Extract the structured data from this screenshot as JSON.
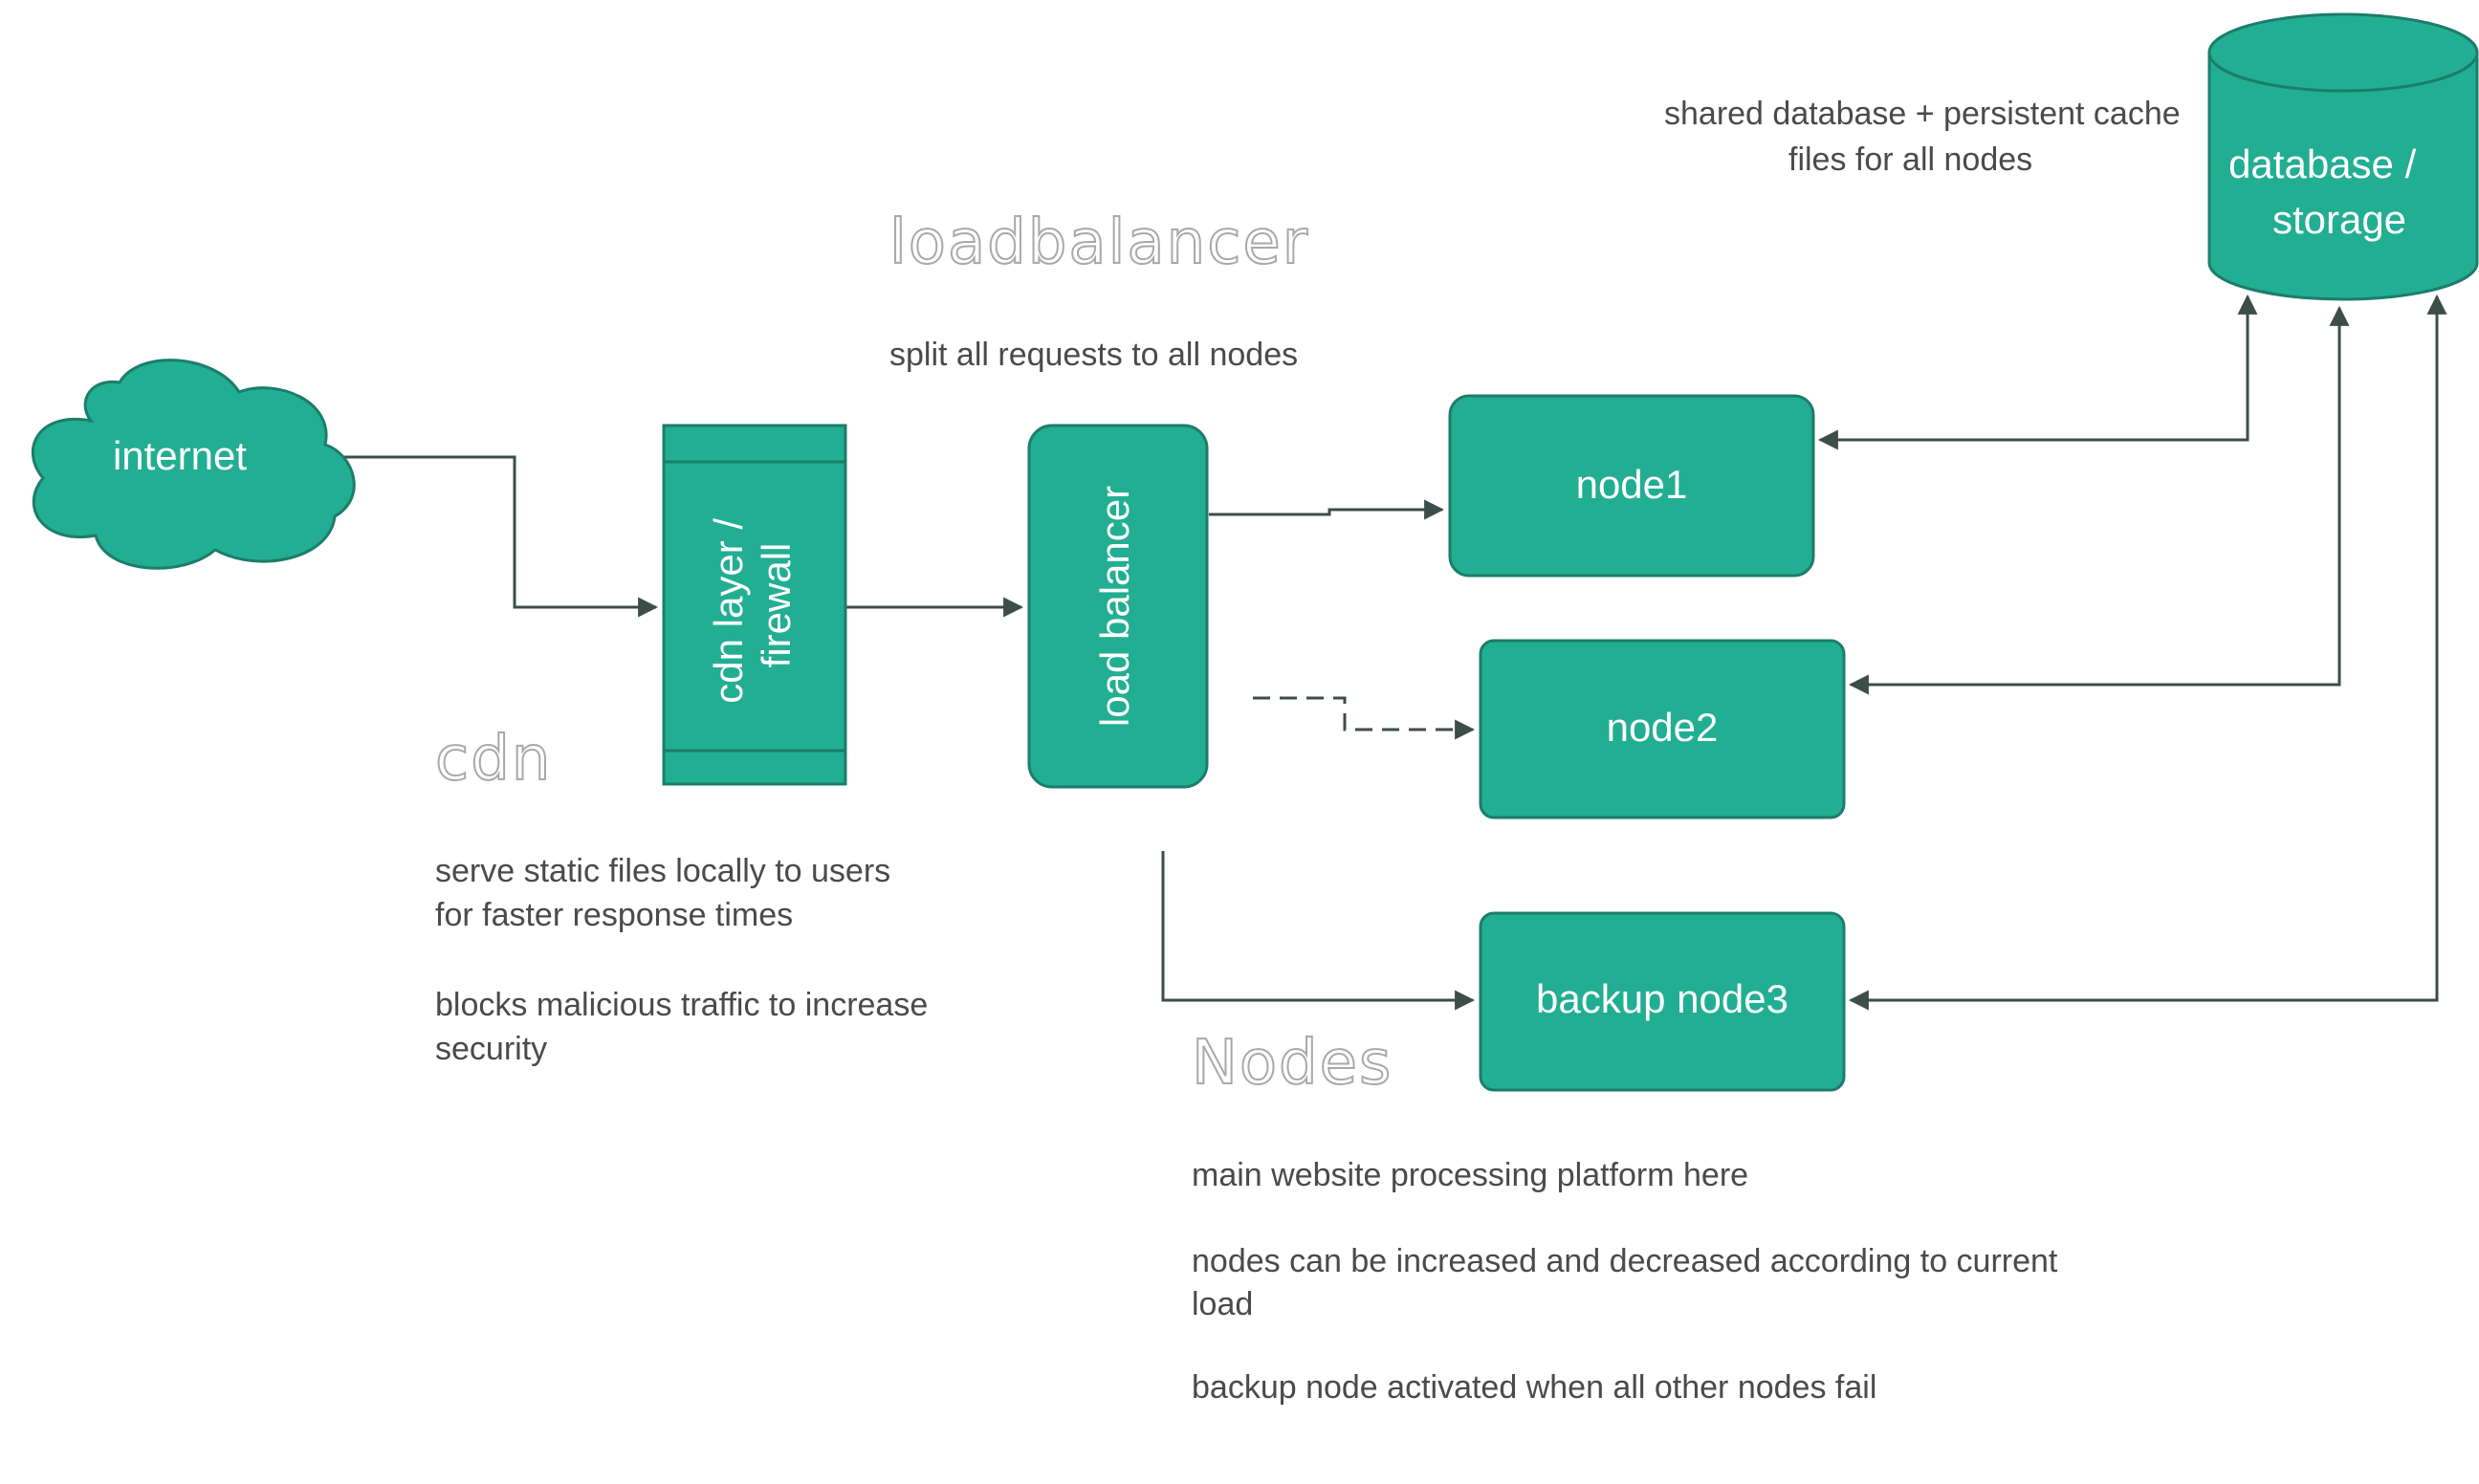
{
  "nodes": {
    "internet": "internet",
    "cdn_firewall": "cdn layer / firewall",
    "load_balancer": "load balancer",
    "node1": "node1",
    "node2": "node2",
    "node3": "backup node3",
    "database": "database / storage"
  },
  "headings": {
    "load_balancer": "loadbalancer",
    "cdn": "cdn",
    "nodes": "Nodes"
  },
  "notes": {
    "load_balancer": [
      "split all requests to all nodes"
    ],
    "database": [
      "shared database + persistent cache",
      "files for all nodes"
    ],
    "cdn": [
      [
        "serve static files locally to users",
        "for faster response times"
      ],
      [
        "blocks malicious traffic to increase",
        "security"
      ]
    ],
    "nodes": [
      [
        "main website processing platform here"
      ],
      [
        "nodes can be increased and decreased according to current",
        "load"
      ],
      [
        "backup node activated when all other nodes fail"
      ]
    ]
  },
  "colors": {
    "node_fill": "#22ae92",
    "node_stroke": "#1b7d6a",
    "edge": "#3d4d4a",
    "label": "#ffffff"
  }
}
